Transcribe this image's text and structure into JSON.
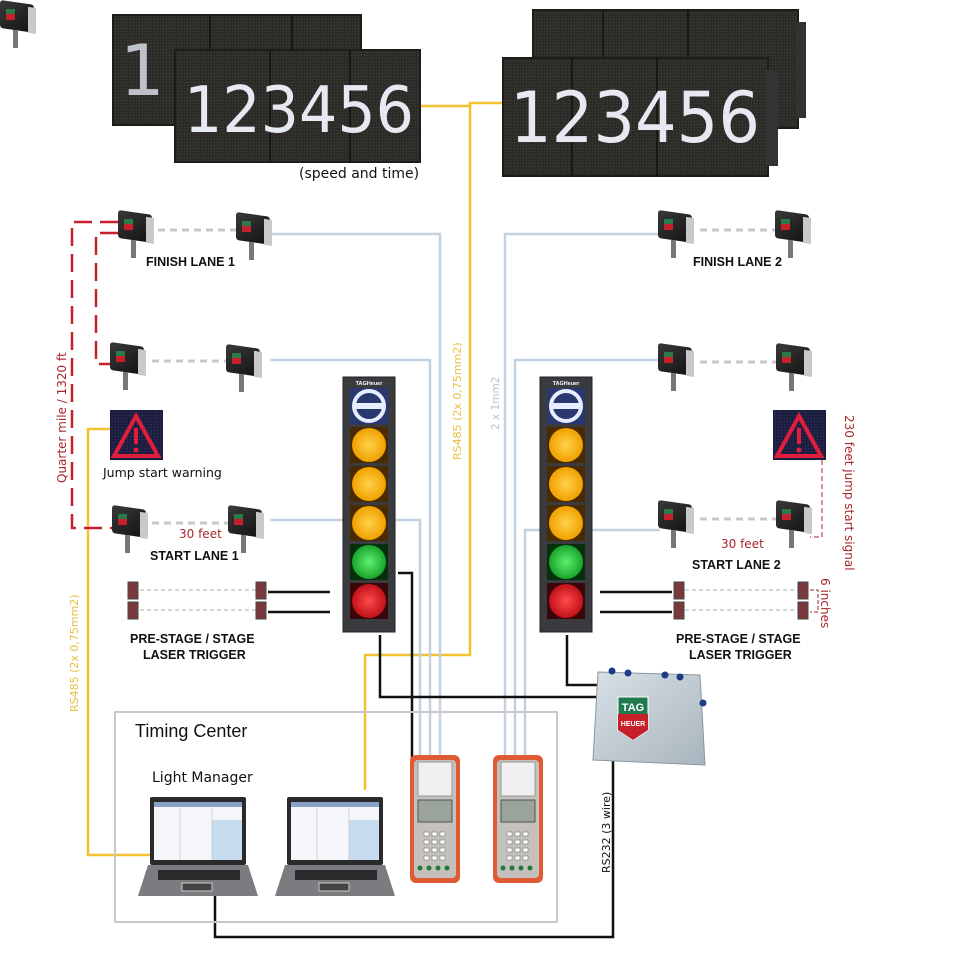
{
  "diagram": {
    "title": "TAG Heuer drag racing timing system layout",
    "scoreboards": {
      "digits": "123456",
      "caption": "(speed and time)"
    },
    "lanes": [
      {
        "finish_label": "FINISH LANE 1",
        "start_label": "START LANE 1",
        "trigger_label_line1": "PRE-STAGE / STAGE",
        "trigger_label_line2": "LASER TRIGGER",
        "start_gap_label": "30 feet"
      },
      {
        "finish_label": "FINISH LANE 2",
        "start_label": "START LANE 2",
        "trigger_label_line1": "PRE-STAGE / STAGE",
        "trigger_label_line2": "LASER TRIGGER",
        "start_gap_label": "30 feet"
      }
    ],
    "jump_start": {
      "warning_label": "Jump start warning",
      "distance_label": "230 feet jump start signal"
    },
    "distances": {
      "quarter_mile": "Quarter mile / 1320 ft",
      "trigger_spacing": "6 inches"
    },
    "cables": {
      "rs485_top": "RS485 (2x 0,75mm2)",
      "rs485_left": "RS485 (2x 0,75mm2)",
      "two_by_one": "2 x 1mm2",
      "rs232": "RS232 (3 wire)"
    },
    "tree": {
      "brand": "TAGHeuer",
      "lights": [
        "blue",
        "amber",
        "amber",
        "amber",
        "green",
        "red"
      ]
    },
    "junction_box": {
      "logo_top": "TAG",
      "logo_bottom": "HEUER"
    },
    "timing_center": {
      "title": "Timing Center",
      "laptop_label": "Light Manager"
    },
    "colors": {
      "yellow_cable": "#f2c230",
      "light_blue_cable": "#c2d2e0",
      "black_cable": "#111111",
      "red_dimension": "#c8202a",
      "amber": "#ffb400",
      "green": "#1fc23a",
      "red": "#e0141a",
      "blue": "#3a5ea8"
    }
  }
}
